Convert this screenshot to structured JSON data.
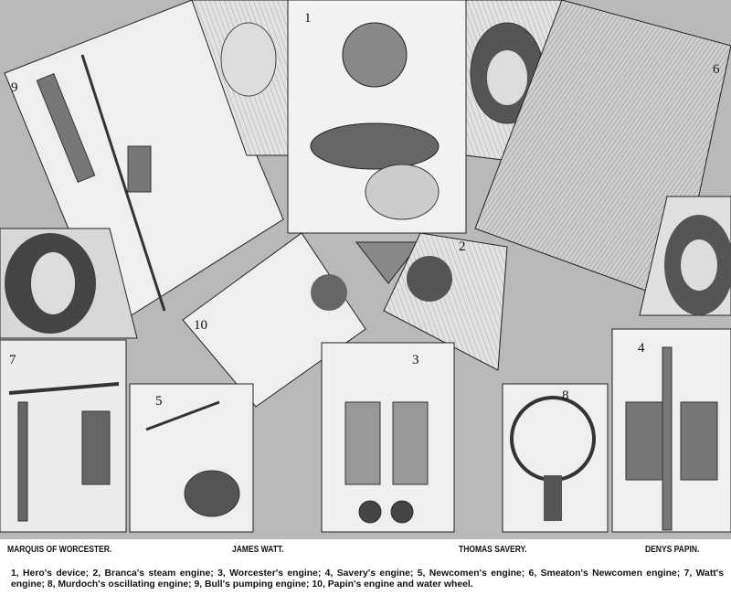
{
  "illustration": {
    "panel_numbers": [
      "1",
      "2",
      "3",
      "4",
      "5",
      "6",
      "7",
      "8",
      "9",
      "10"
    ]
  },
  "portrait_names": [
    "MARQUIS OF WORCESTER.",
    "JAMES WATT.",
    "THOMAS SAVERY.",
    "DENYS PAPIN."
  ],
  "caption": "1, Hero's device; 2, Branca's steam engine; 3, Worcester's engine; 4, Savery's engine; 5, Newcomen's engine; 6, Smeaton's Newcomen engine; 7, Watt's engine; 8, Murdoch's oscillating engine; 9, Bull's pumping engine; 10, Papin's engine and water wheel."
}
